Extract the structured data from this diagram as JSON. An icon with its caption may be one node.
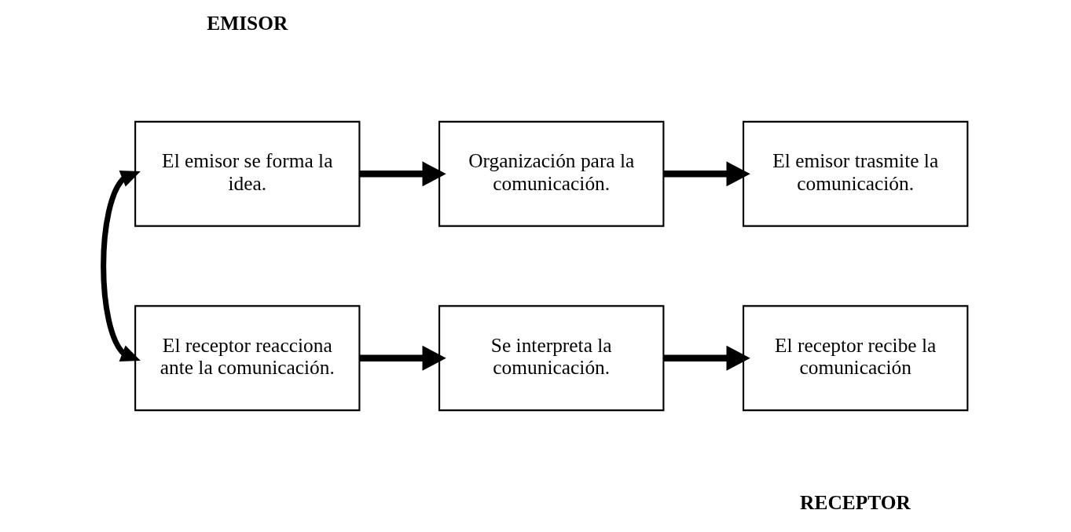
{
  "diagram": {
    "nodes": [
      {
        "text": [
          "El emisor se forma la idea."
        ]
      },
      {
        "text": [
          "Organización para la comunicación."
        ]
      },
      {
        "text": [
          "El emisor trasmite la comunicación."
        ]
      },
      {
        "text": [
          "El receptor reacciona ante la comunicación."
        ]
      },
      {
        "text": [
          "Se interpreta la comunicación."
        ]
      },
      {
        "text": [
          "El receptor recibe la comunicación"
        ]
      }
    ],
    "edges": [
      {
        "from": 0,
        "to": 1,
        "arrow": "to"
      },
      {
        "from": 1,
        "to": 2,
        "arrow": "to"
      },
      {
        "from": 3,
        "to": 4,
        "arrow": "to"
      },
      {
        "from": 4,
        "to": 5,
        "arrow": "to"
      },
      {
        "from": 3,
        "to": 0,
        "arrow": "both"
      }
    ],
    "labels": [
      "EMISOR",
      "RECEPTOR"
    ]
  }
}
